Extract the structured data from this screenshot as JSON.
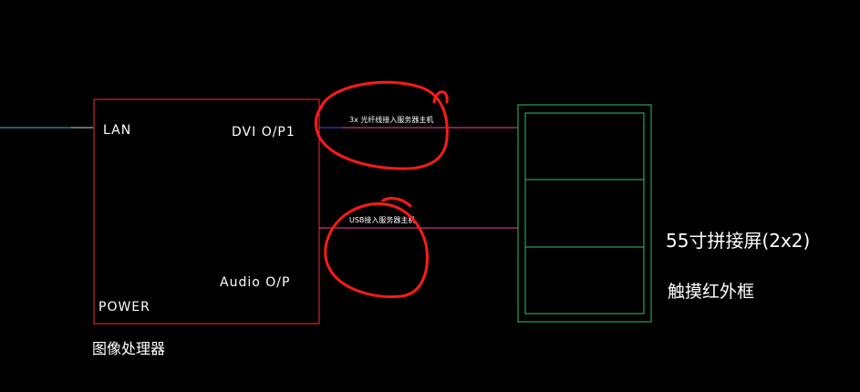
{
  "processor": {
    "port_lan": "LAN",
    "port_dvi": "DVI O/P1",
    "port_audio": "Audio O/P",
    "port_power": "POWER",
    "caption": "图像处理器"
  },
  "connections": {
    "dvi_note": "3x 光纤线接入服务器主机",
    "usb_note": "USB接入服务器主机"
  },
  "screen": {
    "label": "55寸拼接屏(2x2)",
    "sublabel": "触摸红外框"
  },
  "colors": {
    "background": "#000000",
    "processor_box": "#ff2a2a",
    "screen_box": "#2ec46a",
    "signal_line": "#ff3fa0",
    "lan_line": "#29c4d6",
    "markup": "#ff1a1a"
  }
}
